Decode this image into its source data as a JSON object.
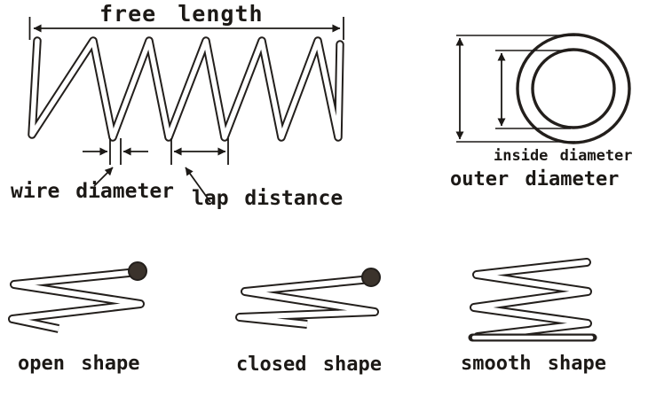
{
  "figure": {
    "background_color": "#ffffff",
    "line_color": "#231f1c",
    "wire_end_fill": "#3b332c",
    "side_view": {
      "free_length_label": "free length",
      "wire_diameter_label": "wire diameter",
      "lap_distance_label": "lap distance"
    },
    "cross_section": {
      "inside_diameter_label": "inside diameter",
      "outer_diameter_label": "outer diameter"
    },
    "end_types": [
      {
        "label": "open shape"
      },
      {
        "label": "closed shape"
      },
      {
        "label": "smooth shape"
      }
    ]
  }
}
